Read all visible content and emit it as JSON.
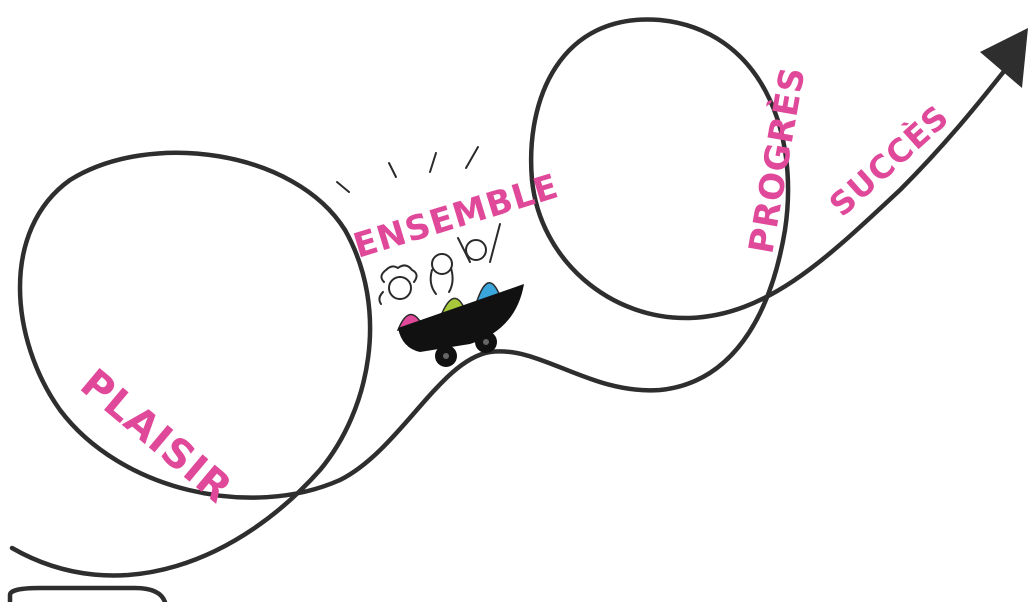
{
  "labels": {
    "plaisir": "PLAISIR",
    "ensemble": "ENSEMBLE",
    "progres": "PROGRÈS",
    "succes": "SUCCÈS"
  },
  "colors": {
    "text_pink": "#e0489a",
    "line": "#2e2e2e",
    "cart": "#111111",
    "person_pink": "#e0489a",
    "person_green": "#a6c83a",
    "person_blue": "#3aa6dc"
  },
  "icons": [
    "roller-coaster-track",
    "arrow-head",
    "coaster-cart",
    "riders",
    "excitement-lines"
  ]
}
